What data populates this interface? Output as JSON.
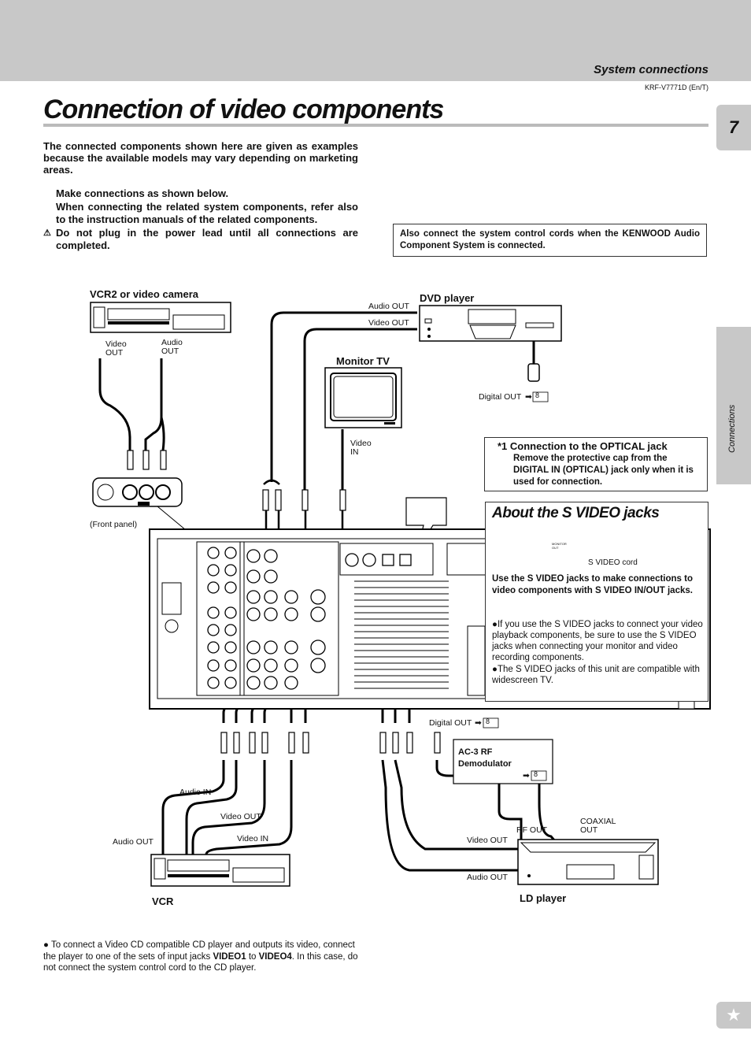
{
  "header": {
    "section": "System connections",
    "model": "KRF-V7771D (En/T)",
    "title": "Connection of video components",
    "page_number": "7",
    "side_tab": "Connections",
    "star": "★"
  },
  "intro": "The connected components shown here are given as examples because the available models may vary depending on marketing areas.",
  "steps": [
    {
      "num": "",
      "text": "Make  connections as shown below."
    },
    {
      "num": "",
      "text": "When connecting the related system components, refer also to the instruction manuals of the related components."
    },
    {
      "num": "⚠",
      "text": "Do not plug in the power lead until all connections are completed."
    }
  ],
  "system_note": "Also connect the system control cords when the KENWOOD Audio Component System is connected.",
  "optical": {
    "heading": "*1 Connection to the OPTICAL jack",
    "body": "Remove the protective cap from the DIGITAL IN (OPTICAL) jack only when it is used for connection."
  },
  "svideo": {
    "heading": "About the S VIDEO jacks",
    "cord_label": "S VIDEO cord",
    "monitor_label": "MONITOR OUT",
    "intro": "Use the S VIDEO jacks to make connections to video components with S VIDEO IN/OUT jacks.",
    "bullet1": "If you use the S VIDEO jacks to connect your video playback components, be sure to use the S VIDEO jacks when connecting your monitor and video recording components.",
    "bullet2": "The S VIDEO jacks of this unit are compatible with widescreen TV."
  },
  "diagram": {
    "vcr2": "VCR2 or video camera",
    "vcr2_video_out": "Video OUT",
    "vcr2_audio_out": "Audio OUT",
    "front_panel": "(Front panel)",
    "dvd": "DVD player",
    "dvd_audio_out": "Audio OUT",
    "dvd_video_out": "Video OUT",
    "dvd_digital_out": "Digital OUT",
    "ref_8": "8",
    "monitor": "Monitor TV",
    "monitor_video_in": "Video IN",
    "digital_out_ld": "Digital OUT",
    "ac3": "AC-3 RF Demodulator",
    "rf_out": "RF OUT",
    "coaxial_out": "COAXIAL OUT",
    "ld_video_out": "Video OUT",
    "ld_audio_out": "Audio OUT",
    "ld": "LD player",
    "vcr_audio_in": "Audio IN",
    "vcr_video_out": "Video OUT",
    "vcr_video_in": "Video IN",
    "vcr_audio_out": "Audio OUT",
    "vcr": "VCR"
  },
  "footnote": {
    "pre": "To connect a Video CD compatible CD player and outputs its video, connect the player to one of the sets of input jacks ",
    "v1": "VIDEO1",
    "mid": " to ",
    "v4": "VIDEO4",
    "post": ". In this case, do not connect the system control cord to the CD player."
  }
}
